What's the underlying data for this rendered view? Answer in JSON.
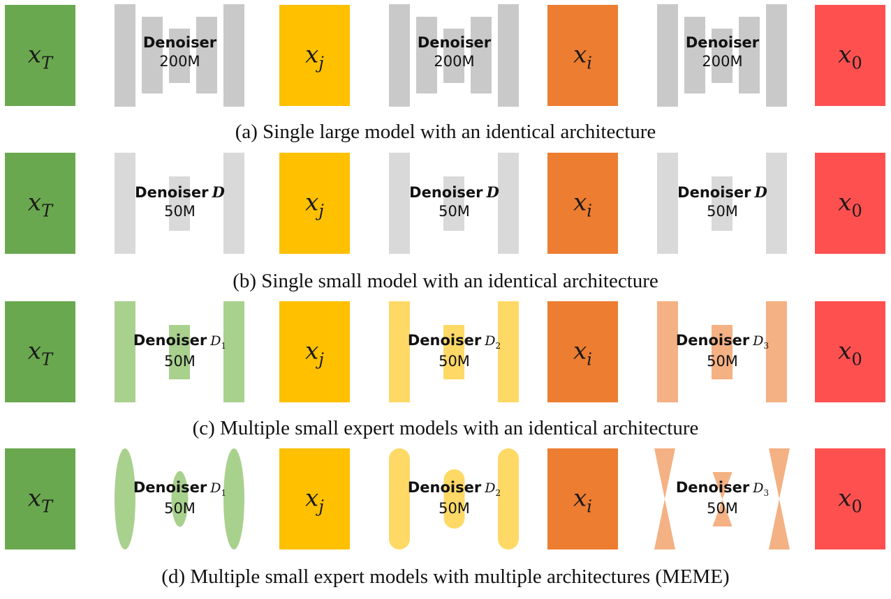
{
  "states": {
    "xT": "x_T",
    "xj": "x_j",
    "xi": "x_i",
    "x0": "x_0"
  },
  "colors": {
    "xT": "#6aa84f",
    "xj": "#ffc000",
    "xi": "#ed7d31",
    "x0": "#ff5050",
    "gray_dark": "#c9c9c9",
    "gray_light": "#d9d9d9",
    "green_light": "#a9d18e",
    "yellow_light": "#ffd966",
    "orange_light": "#f4b183"
  },
  "rows": [
    {
      "caption": "(a) Single large model with an identical architecture",
      "denoisers": [
        {
          "name": "Denoiser",
          "symbol": "",
          "subscript": "",
          "size": "200M",
          "shape": "unet-large",
          "color": "gray_dark"
        },
        {
          "name": "Denoiser",
          "symbol": "",
          "subscript": "",
          "size": "200M",
          "shape": "unet-large",
          "color": "gray_dark"
        },
        {
          "name": "Denoiser",
          "symbol": "",
          "subscript": "",
          "size": "200M",
          "shape": "unet-large",
          "color": "gray_dark"
        }
      ]
    },
    {
      "caption": "(b) Single small model with an identical architecture",
      "denoisers": [
        {
          "name": "Denoiser",
          "symbol": "D",
          "subscript": "",
          "size": "50M",
          "shape": "unet-small",
          "color": "gray_light"
        },
        {
          "name": "Denoiser",
          "symbol": "D",
          "subscript": "",
          "size": "50M",
          "shape": "unet-small",
          "color": "gray_light"
        },
        {
          "name": "Denoiser",
          "symbol": "D",
          "subscript": "",
          "size": "50M",
          "shape": "unet-small",
          "color": "gray_light"
        }
      ]
    },
    {
      "caption": "(c) Multiple small expert models with an identical architecture",
      "denoisers": [
        {
          "name": "Denoiser",
          "symbol": "D",
          "subscript": "1",
          "size": "50M",
          "shape": "unet-small",
          "color": "green_light"
        },
        {
          "name": "Denoiser",
          "symbol": "D",
          "subscript": "2",
          "size": "50M",
          "shape": "unet-small",
          "color": "yellow_light"
        },
        {
          "name": "Denoiser",
          "symbol": "D",
          "subscript": "3",
          "size": "50M",
          "shape": "unet-small",
          "color": "orange_light"
        }
      ]
    },
    {
      "caption": "(d) Multiple small expert models with multiple architectures (MEME)",
      "denoisers": [
        {
          "name": "Denoiser",
          "symbol": "D",
          "subscript": "1",
          "size": "50M",
          "shape": "ellipse",
          "color": "green_light"
        },
        {
          "name": "Denoiser",
          "symbol": "D",
          "subscript": "2",
          "size": "50M",
          "shape": "pill",
          "color": "yellow_light"
        },
        {
          "name": "Denoiser",
          "symbol": "D",
          "subscript": "3",
          "size": "50M",
          "shape": "hourglass",
          "color": "orange_light"
        }
      ]
    }
  ]
}
